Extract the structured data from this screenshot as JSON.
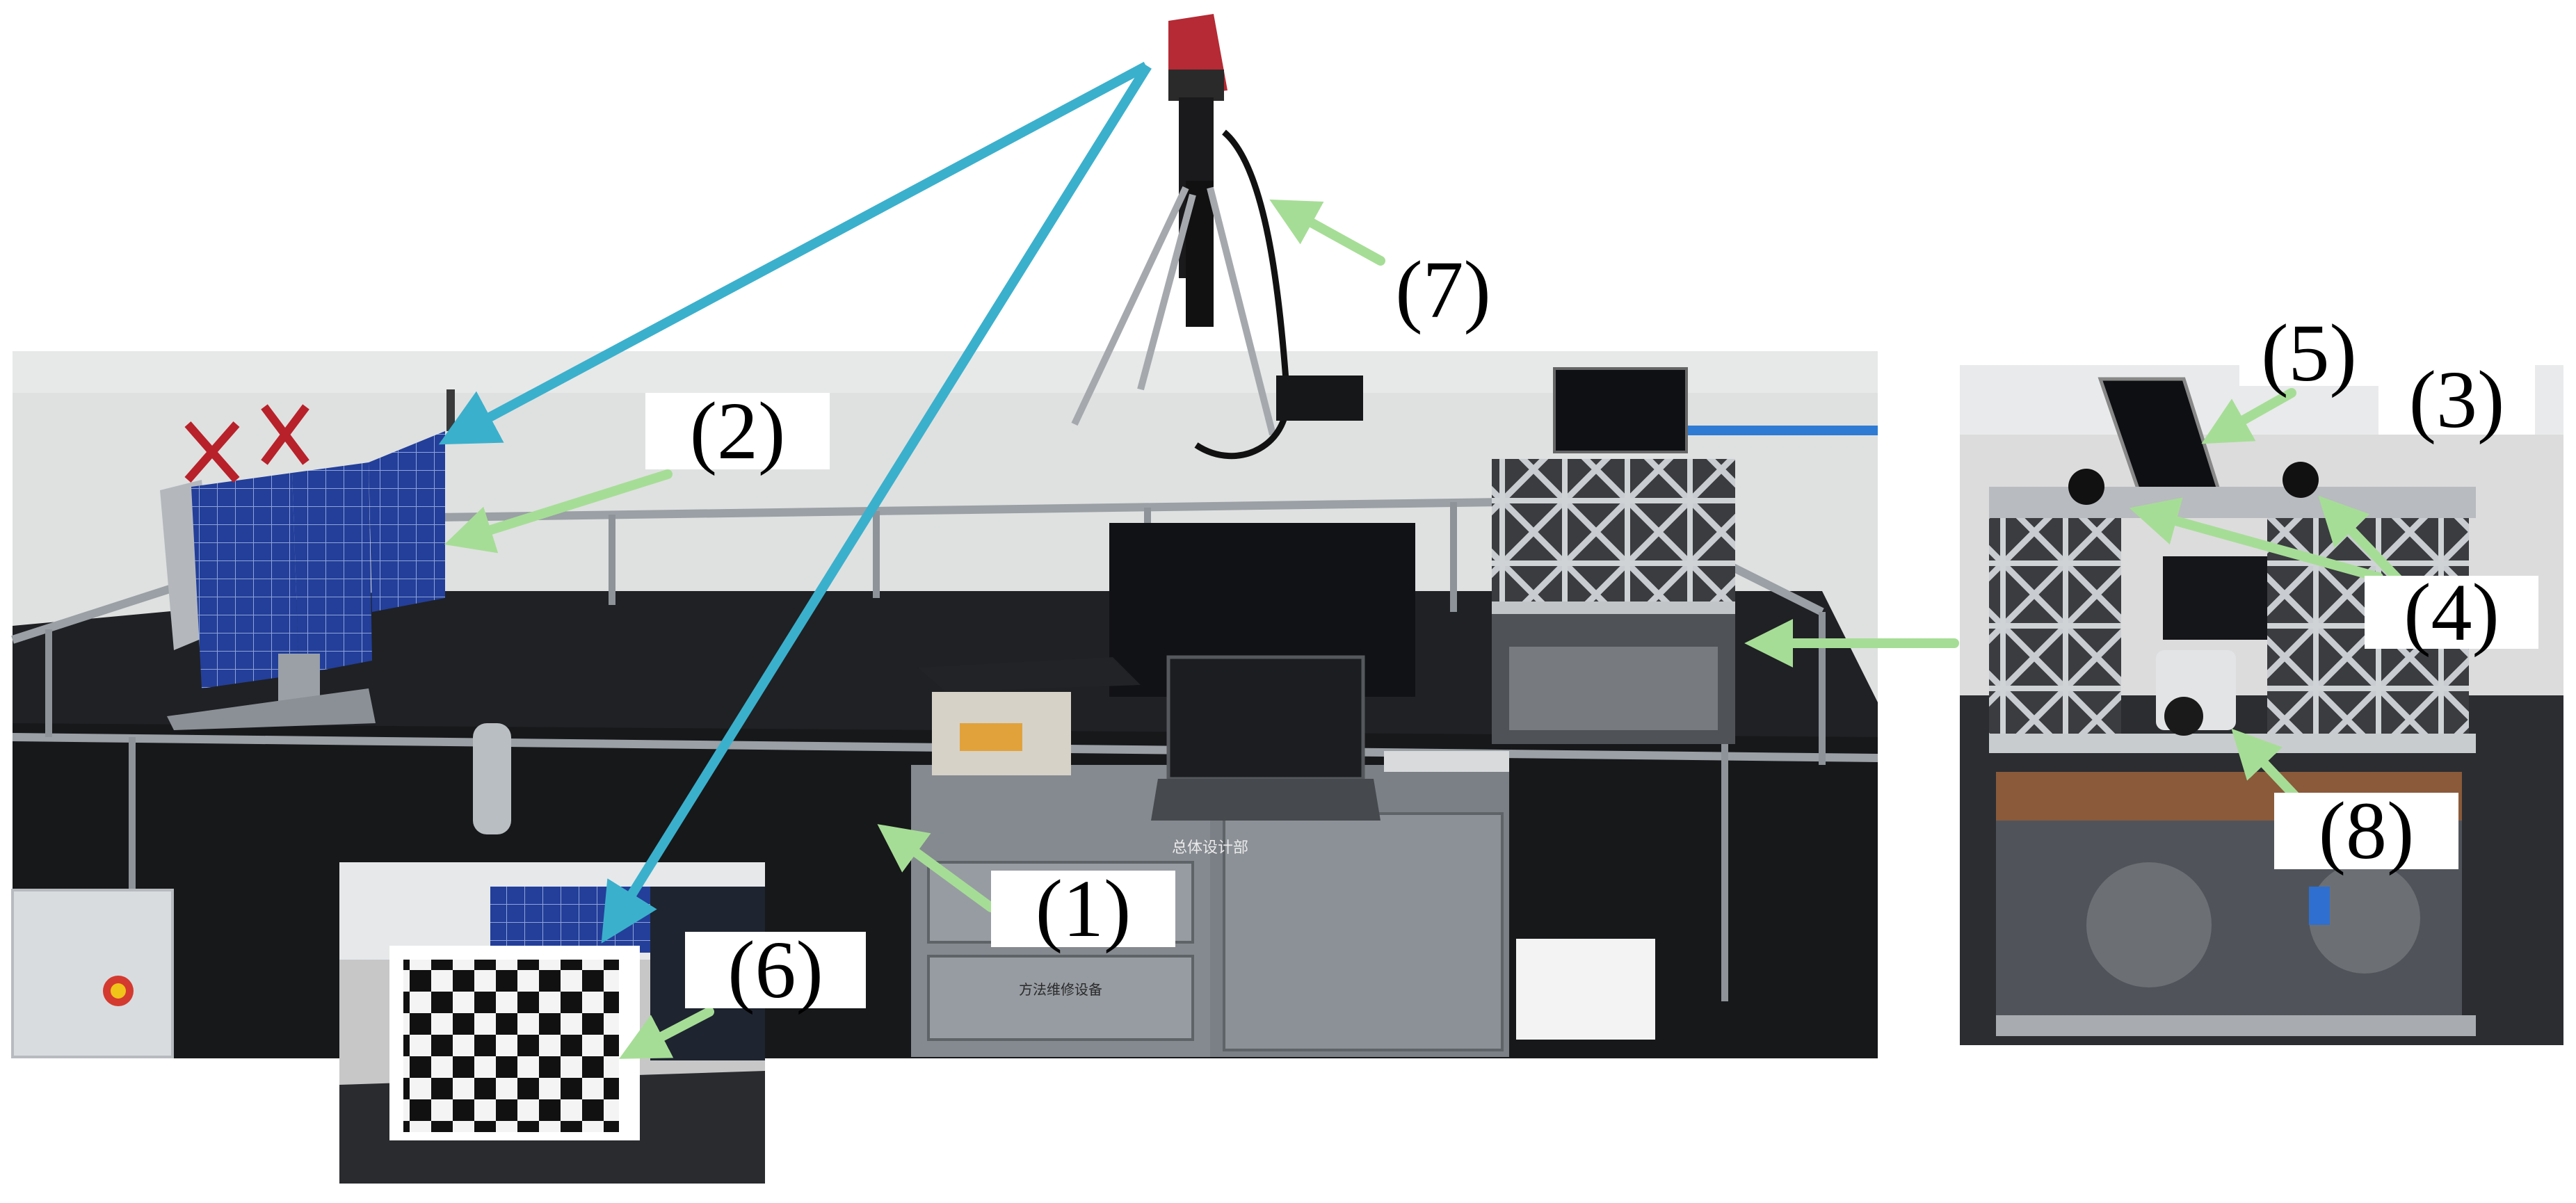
{
  "figure": {
    "labels": {
      "l1": "(1)",
      "l2": "(2)",
      "l3": "(3)",
      "l4": "(4)",
      "l5": "(5)",
      "l6": "(6)",
      "l7": "(7)",
      "l8": "(8)"
    },
    "desk_sign": "总体设计部",
    "drawer_sign": "方法维修设备"
  },
  "colors": {
    "measure_arrow": "#3bb0cc",
    "label_arrow": "#a6dd96",
    "floor": "#1f2124",
    "wall": "#dfe1e0"
  }
}
